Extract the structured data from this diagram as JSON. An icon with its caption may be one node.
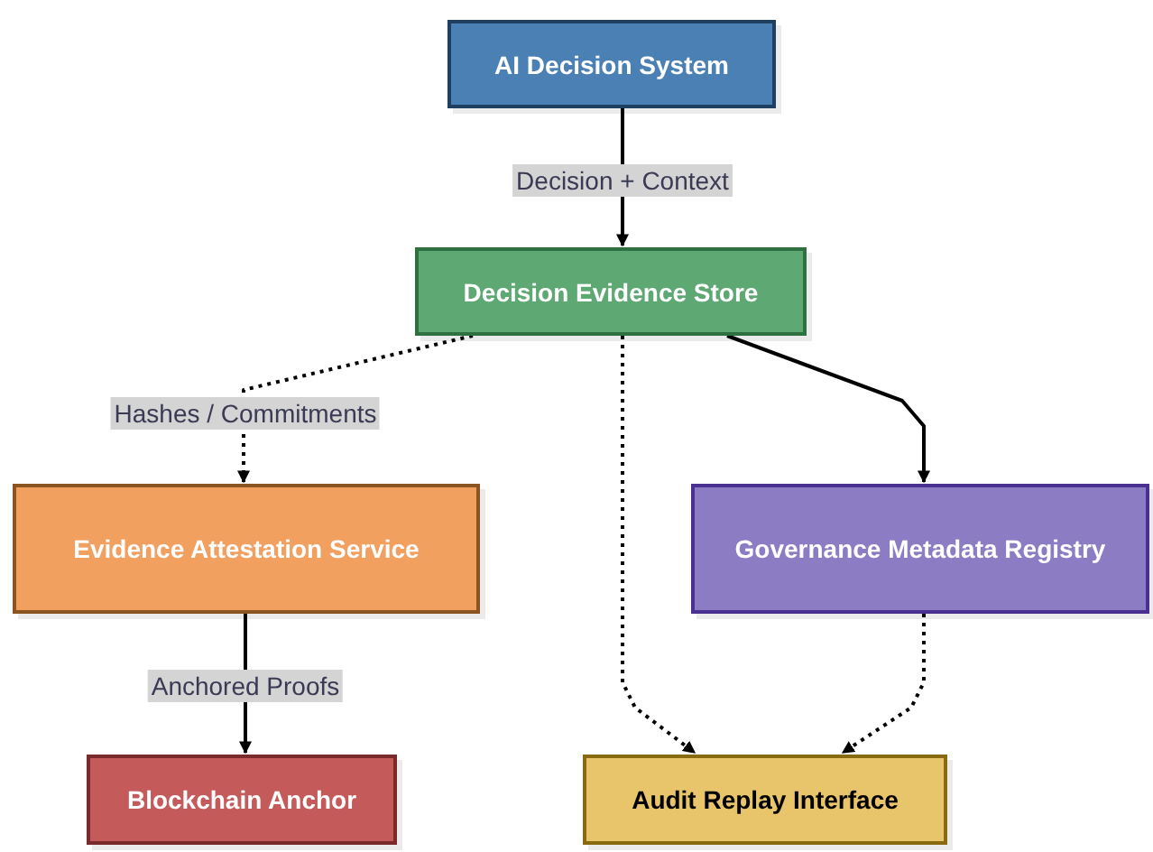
{
  "diagram": {
    "nodes": [
      {
        "text": [
          "AI Decision System"
        ]
      },
      {
        "text": [
          "Decision Evidence Store"
        ]
      },
      {
        "text": [
          "Evidence Attestation Service"
        ]
      },
      {
        "text": [
          "Governance Metadata Registry"
        ]
      },
      {
        "text": [
          "Blockchain Anchor"
        ]
      },
      {
        "text": [
          "Audit Replay Interface"
        ]
      }
    ],
    "edges": [
      {
        "from": 0,
        "to": 1,
        "arrow": "to",
        "label": "Decision + Context"
      },
      {
        "from": 1,
        "to": 2,
        "arrow": "to",
        "label": "Hashes / Commitments",
        "style": "dashed"
      },
      {
        "from": 1,
        "to": 3,
        "arrow": "to"
      },
      {
        "from": 1,
        "to": 5,
        "arrow": "to",
        "style": "dashed"
      },
      {
        "from": 3,
        "to": 5,
        "arrow": "to",
        "style": "dashed"
      },
      {
        "from": 2,
        "to": 4,
        "arrow": "to",
        "label": "Anchored Proofs"
      }
    ]
  }
}
